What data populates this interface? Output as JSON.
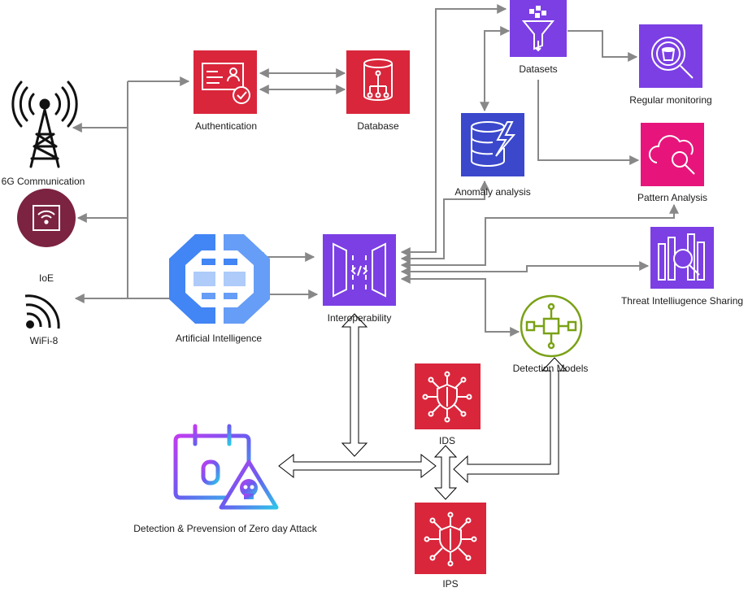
{
  "nodes": {
    "comm6g": {
      "label": "6G Communication"
    },
    "ioe": {
      "label": "IoE"
    },
    "wifi8": {
      "label": "WiFi-8"
    },
    "authentication": {
      "label": "Authentication"
    },
    "database": {
      "label": "Database"
    },
    "ai": {
      "label": "Artificial Intelligence"
    },
    "interoperability": {
      "label": "Interoperability"
    },
    "datasets": {
      "label": "Datasets"
    },
    "regular_monitoring": {
      "label": "Regular monitoring"
    },
    "anomaly_analysis": {
      "label": "Anomaly analysis"
    },
    "pattern_analysis": {
      "label": "Pattern Analysis"
    },
    "threat_sharing": {
      "label": "Threat Intelliugence Sharing"
    },
    "detection_models": {
      "label": "Detection Models"
    },
    "ids": {
      "label": "IDS"
    },
    "ips": {
      "label": "IPS"
    },
    "zero_day": {
      "label": "Detection & Prevension of Zero day Attack"
    }
  },
  "colors": {
    "connector": "#888888",
    "red_tile": "#d9263b",
    "purple_tile": "#7b3fe4",
    "blue_tile": "#3b48cc",
    "pink_tile": "#e7157b",
    "ioe_circle": "#7b2340",
    "detection_green": "#7aa116",
    "ai_blue": "#4285f4"
  },
  "icons": {
    "comm6g": "cell-tower-icon",
    "ioe": "wifi-router-icon",
    "wifi8": "wifi-signal-icon",
    "authentication": "id-card-check-icon",
    "database": "database-tree-icon",
    "ai": "brain-circuit-icon",
    "interoperability": "api-gateway-icon",
    "datasets": "data-funnel-icon",
    "regular_monitoring": "magnifier-bucket-icon",
    "anomaly_analysis": "database-lightning-icon",
    "pattern_analysis": "cloud-search-icon",
    "threat_sharing": "bar-chart-search-icon",
    "detection_models": "circuit-node-icon",
    "ids": "shield-network-icon",
    "ips": "shield-network-icon",
    "zero_day": "calendar-skull-icon"
  }
}
